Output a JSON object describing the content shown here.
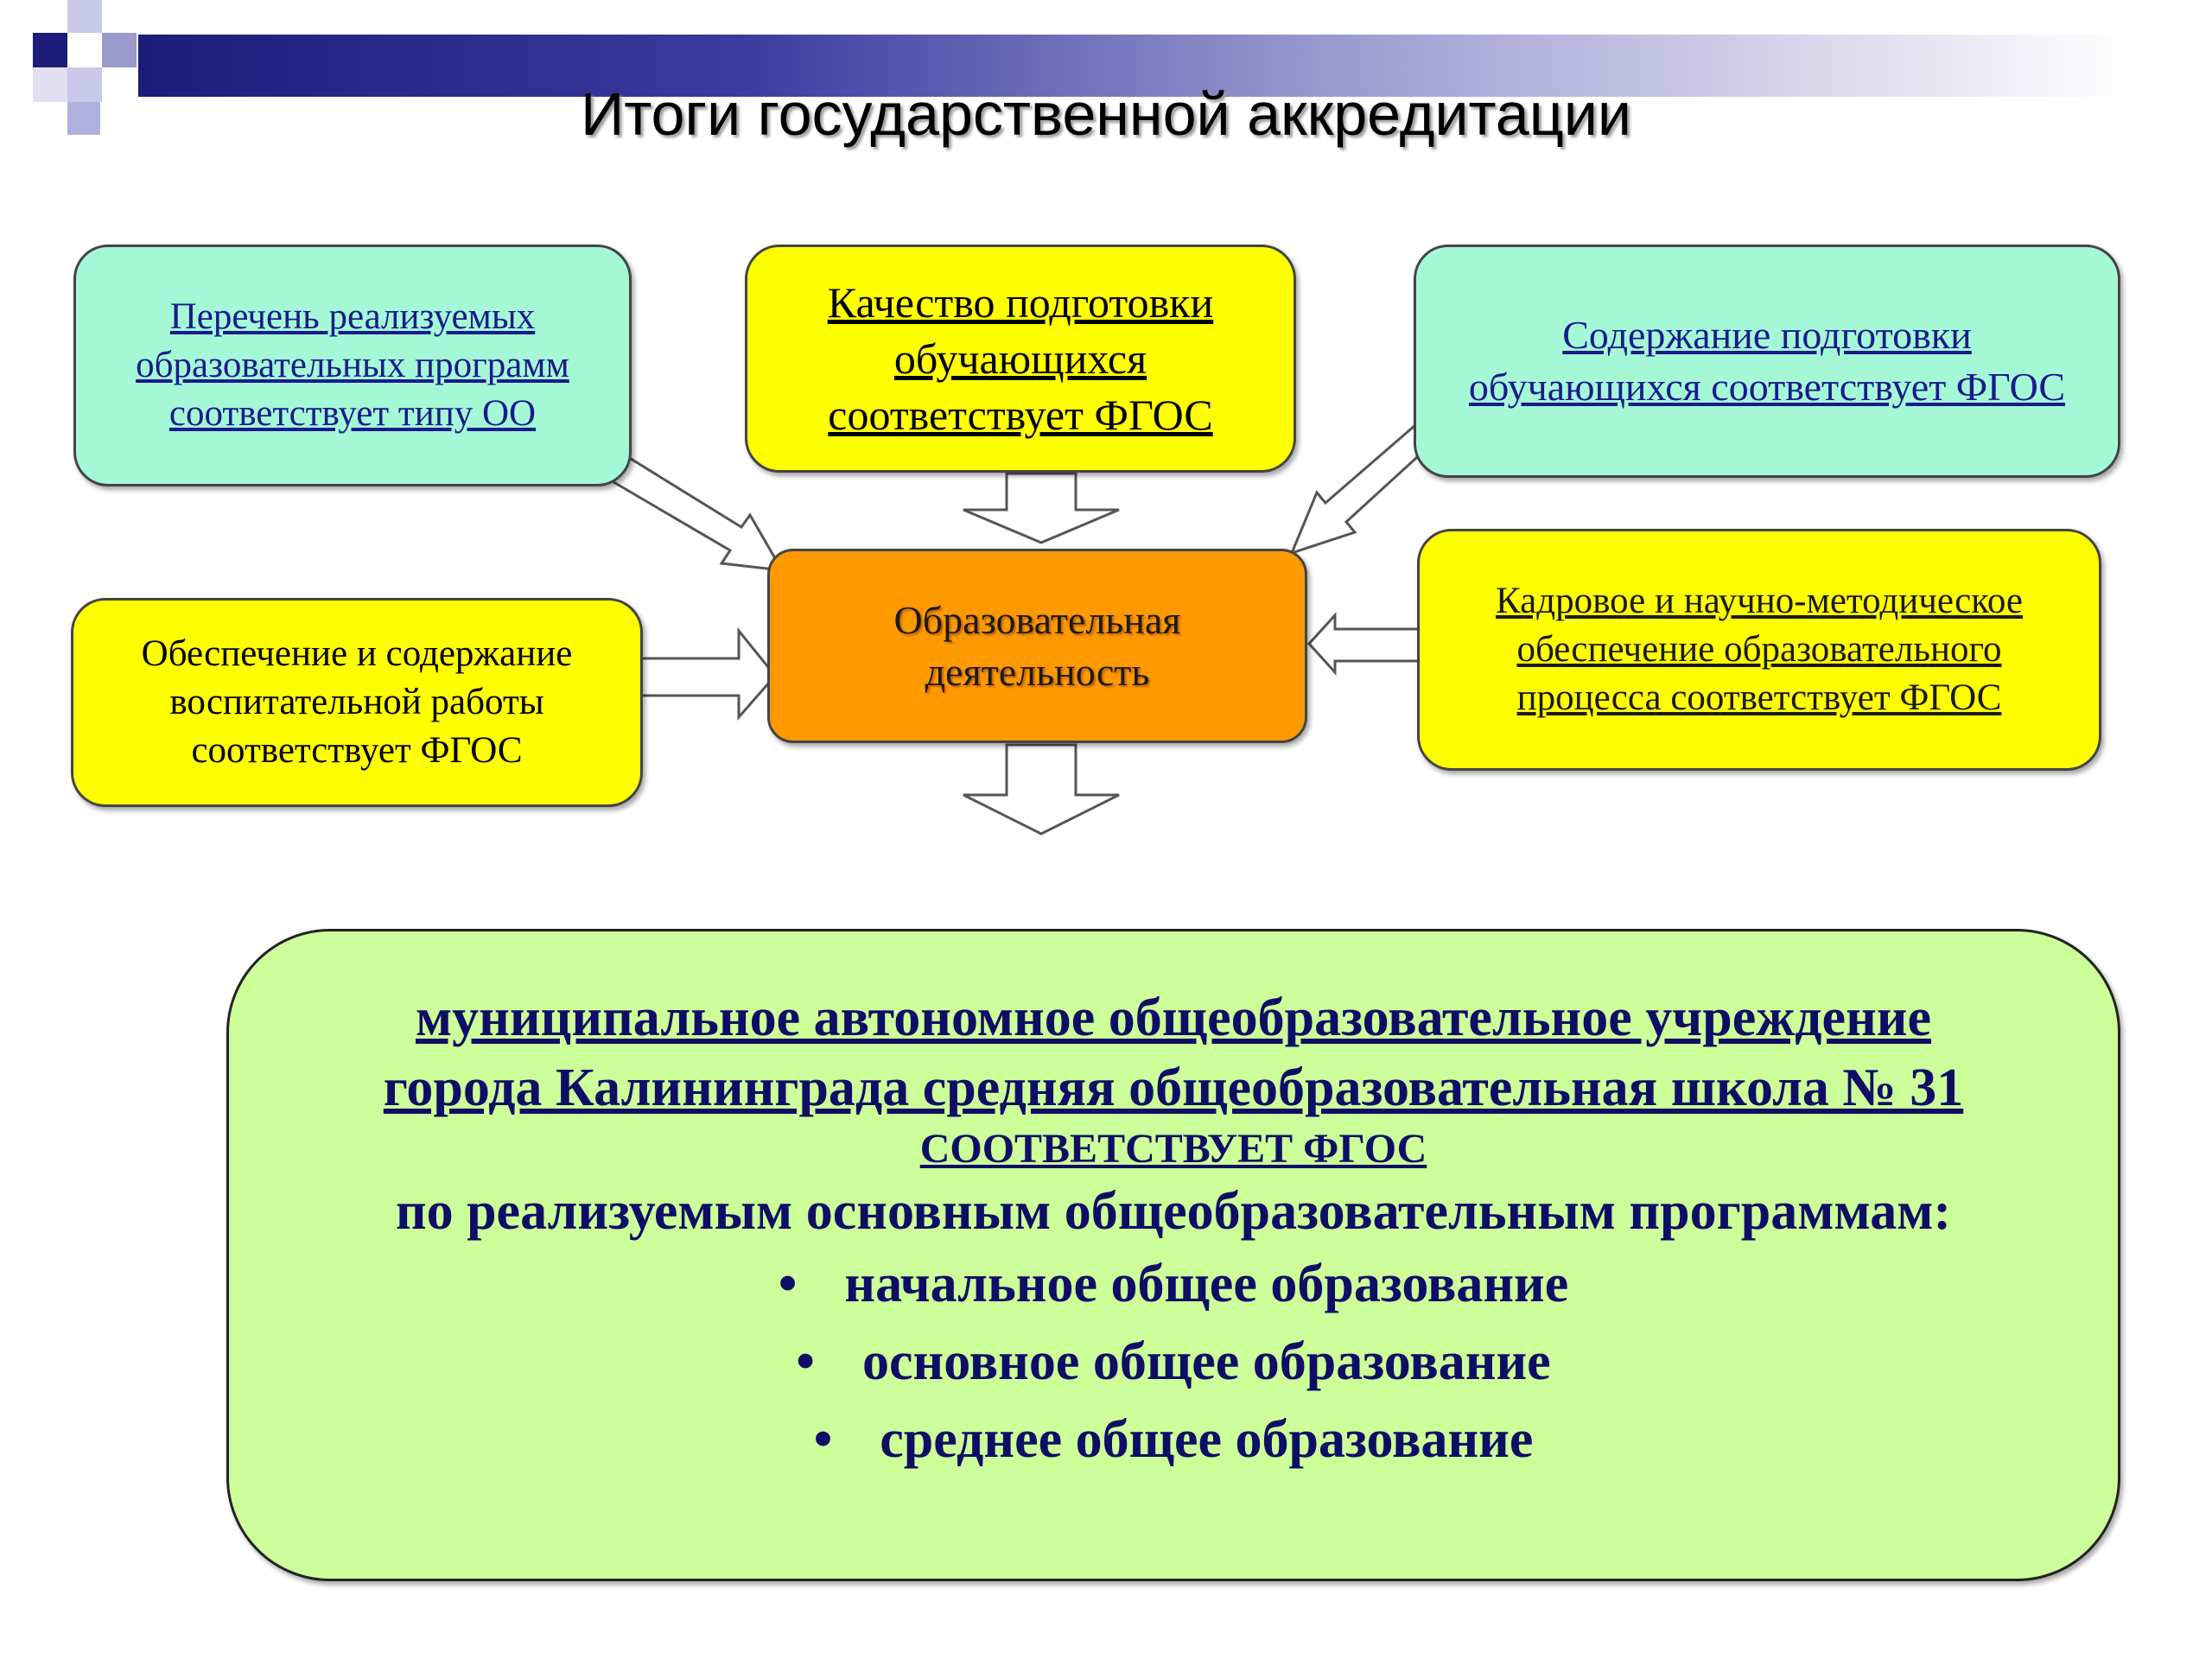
{
  "title": "Итоги государственной аккредитации",
  "boxes": {
    "programs": "Перечень реализуемых образовательных программ соответствует типу ОО",
    "quality": "Качество подготовки обучающихся соответствует ФГОС",
    "content": "Содержание подготовки обучающихся соответствует ФГОС",
    "center": "Образовательная деятельность",
    "upbringing": "Обеспечение и содержание воспитательной работы соответствует ФГОС",
    "staff": "Кадровое и научно-методическое обеспечение образовательного процесса соответствует ФГОС"
  },
  "result": {
    "school_line_1": "муниципальное автономное общеобразовательное учреждение",
    "school_line_2": "города Калининграда средняя общеобразовательная школа № 31",
    "compliance": "СООТВЕТСТВУЕТ ФГОС",
    "programs_heading": "по реализуемым основным общеобразовательным программам:",
    "programs": [
      "начальное общее образование",
      "основное общее образование",
      "среднее общее образование"
    ]
  },
  "colors": {
    "mint": "#a4f8d6",
    "yellow": "#ffff00",
    "orange": "#ff9900",
    "light_green": "#ccff99",
    "navy": "#1a1a8c"
  }
}
